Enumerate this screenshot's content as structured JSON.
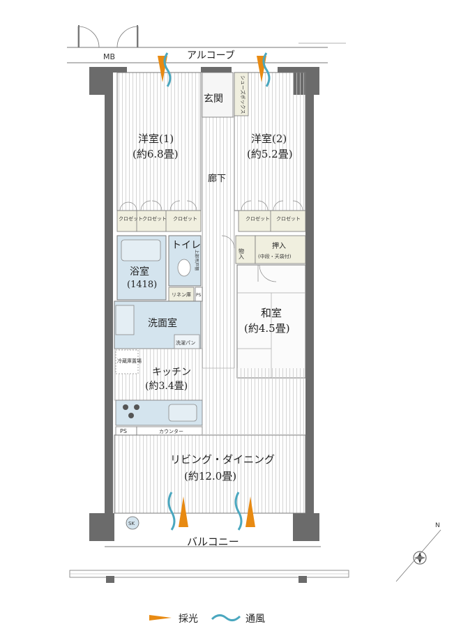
{
  "rooms": {
    "mb": "MB",
    "alcove": "アルコーブ",
    "genkan": "玄関",
    "shoe_box": "シューズボックス",
    "western1_name": "洋室(1)",
    "western1_size": "(約6.8畳)",
    "western2_name": "洋室(2)",
    "western2_size": "(約5.2畳)",
    "corridor": "廊下",
    "closet": "クロゼット",
    "storage": "物入",
    "oshiire": "押入",
    "oshiire_note": "(中段・天袋付)",
    "toilet": "トイレ",
    "toilet_cabinet": "上部吊戸棚",
    "bath": "浴室",
    "bath_size": "(1418)",
    "linen": "リネン庫",
    "ps": "PS",
    "washroom": "洗面室",
    "wash_pan": "洗濯パン",
    "fridge": "冷蔵庫置場",
    "kitchen": "キッチン",
    "kitchen_size": "(約3.4畳)",
    "japanese_room": "和室",
    "japanese_size": "(約4.5畳)",
    "counter": "カウンター",
    "living": "リビング・ダイニング",
    "living_size": "(約12.0畳)",
    "sk": "SK",
    "balcony": "バルコニー"
  },
  "legend": {
    "light": "採光",
    "wind": "通風"
  },
  "colors": {
    "wall": "#6b6b6b",
    "wet_area": "#d4e4ee",
    "storage": "#f0efdf",
    "light_arrow": "#e88a12",
    "wind_arrow": "#4aa7bf"
  }
}
